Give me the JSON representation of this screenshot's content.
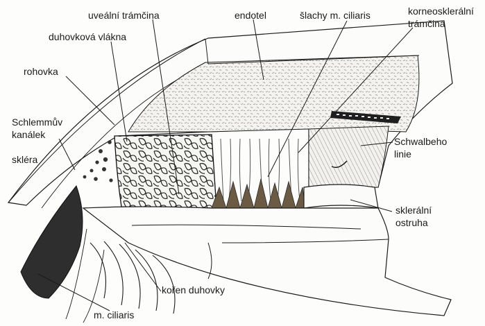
{
  "labels": {
    "uvealni_trabecula": "uveální trámčina",
    "endotel": "endotel",
    "slachy_ciliaris": "šlachy m. ciliaris",
    "korneo_line1": "korneosklerální",
    "korneo_line2": "trámčina",
    "duhovkova_vlakna": "duhovková vlákna",
    "rohovka": "rohovka",
    "schlemm_line1": "Schlemmův",
    "schlemm_line2": "kanálek",
    "sklera": "skléra",
    "schwalbe_line1": "Schwalbeho",
    "schwalbe_line2": "linie",
    "skleralni_line1": "sklerální",
    "skleralni_line2": "ostruha",
    "koren_duhovky": "kořen duhovky",
    "m_ciliaris": "m. ciliaris"
  },
  "colors": {
    "ink": "#1a1a1a",
    "muscle": "#2e2e2e",
    "tendon_fill": "#6b5a44",
    "stroma_dot": "#8a8a8a",
    "paper": "#fdfdfc"
  }
}
